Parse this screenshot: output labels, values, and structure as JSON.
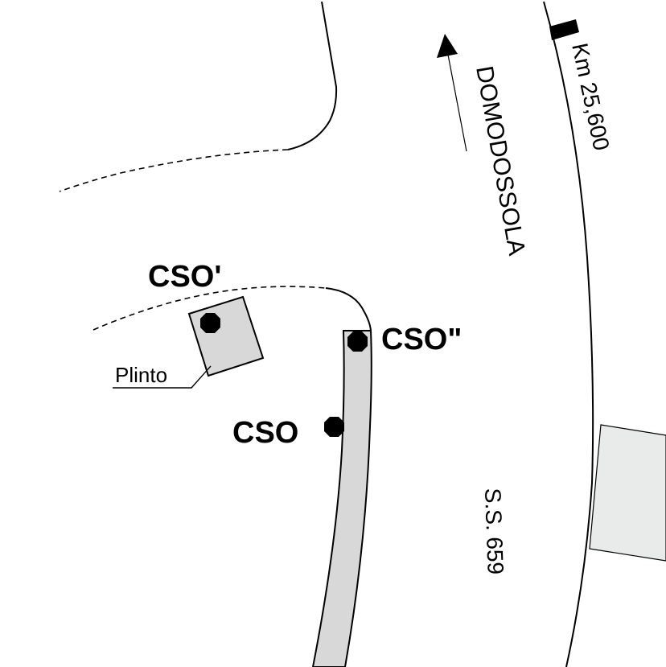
{
  "labels": {
    "cso_prime": "CSO'",
    "cso_double_prime": "CSO\"",
    "cso": "CSO",
    "plinto": "Plinto",
    "domodossola": "DOMODOSSOLA",
    "km": "Km 25,600",
    "road": "S.S. 659"
  },
  "colors": {
    "stroke": "#000000",
    "fill_gray": "#d8d8d8",
    "fill_light": "#e9ebeb",
    "background": "#ffffff"
  },
  "icons": {
    "direction": "arrow-up-icon",
    "station_marker": "octagon-marker-icon",
    "km_marker": "km-post-marker"
  }
}
